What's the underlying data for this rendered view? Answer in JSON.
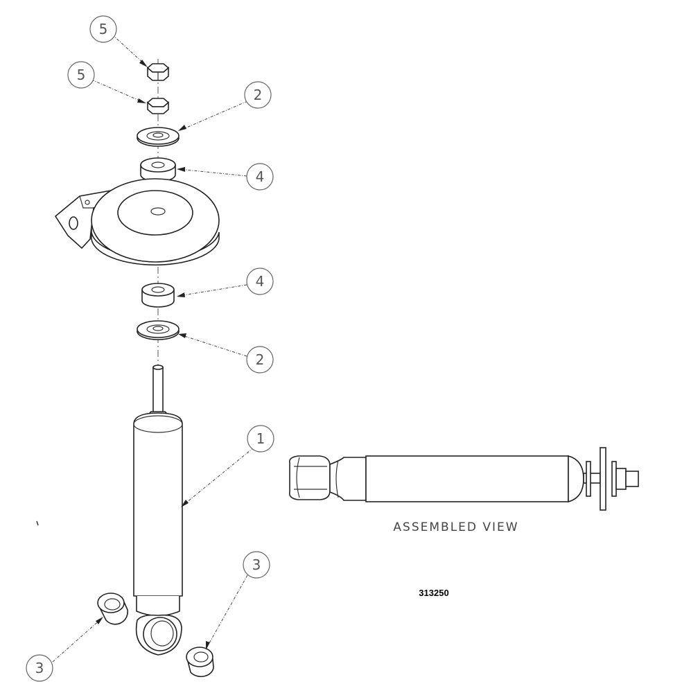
{
  "callouts": {
    "nut_top": "5",
    "nut_lower": "5",
    "washer_top": "2",
    "bushing_top": "4",
    "bushing_lower": "4",
    "washer_lower": "2",
    "shock": "1",
    "eye_bushing_left": "3",
    "eye_bushing_right": "3"
  },
  "assembled_caption": "ASSEMBLED VIEW",
  "part_number": "313250"
}
